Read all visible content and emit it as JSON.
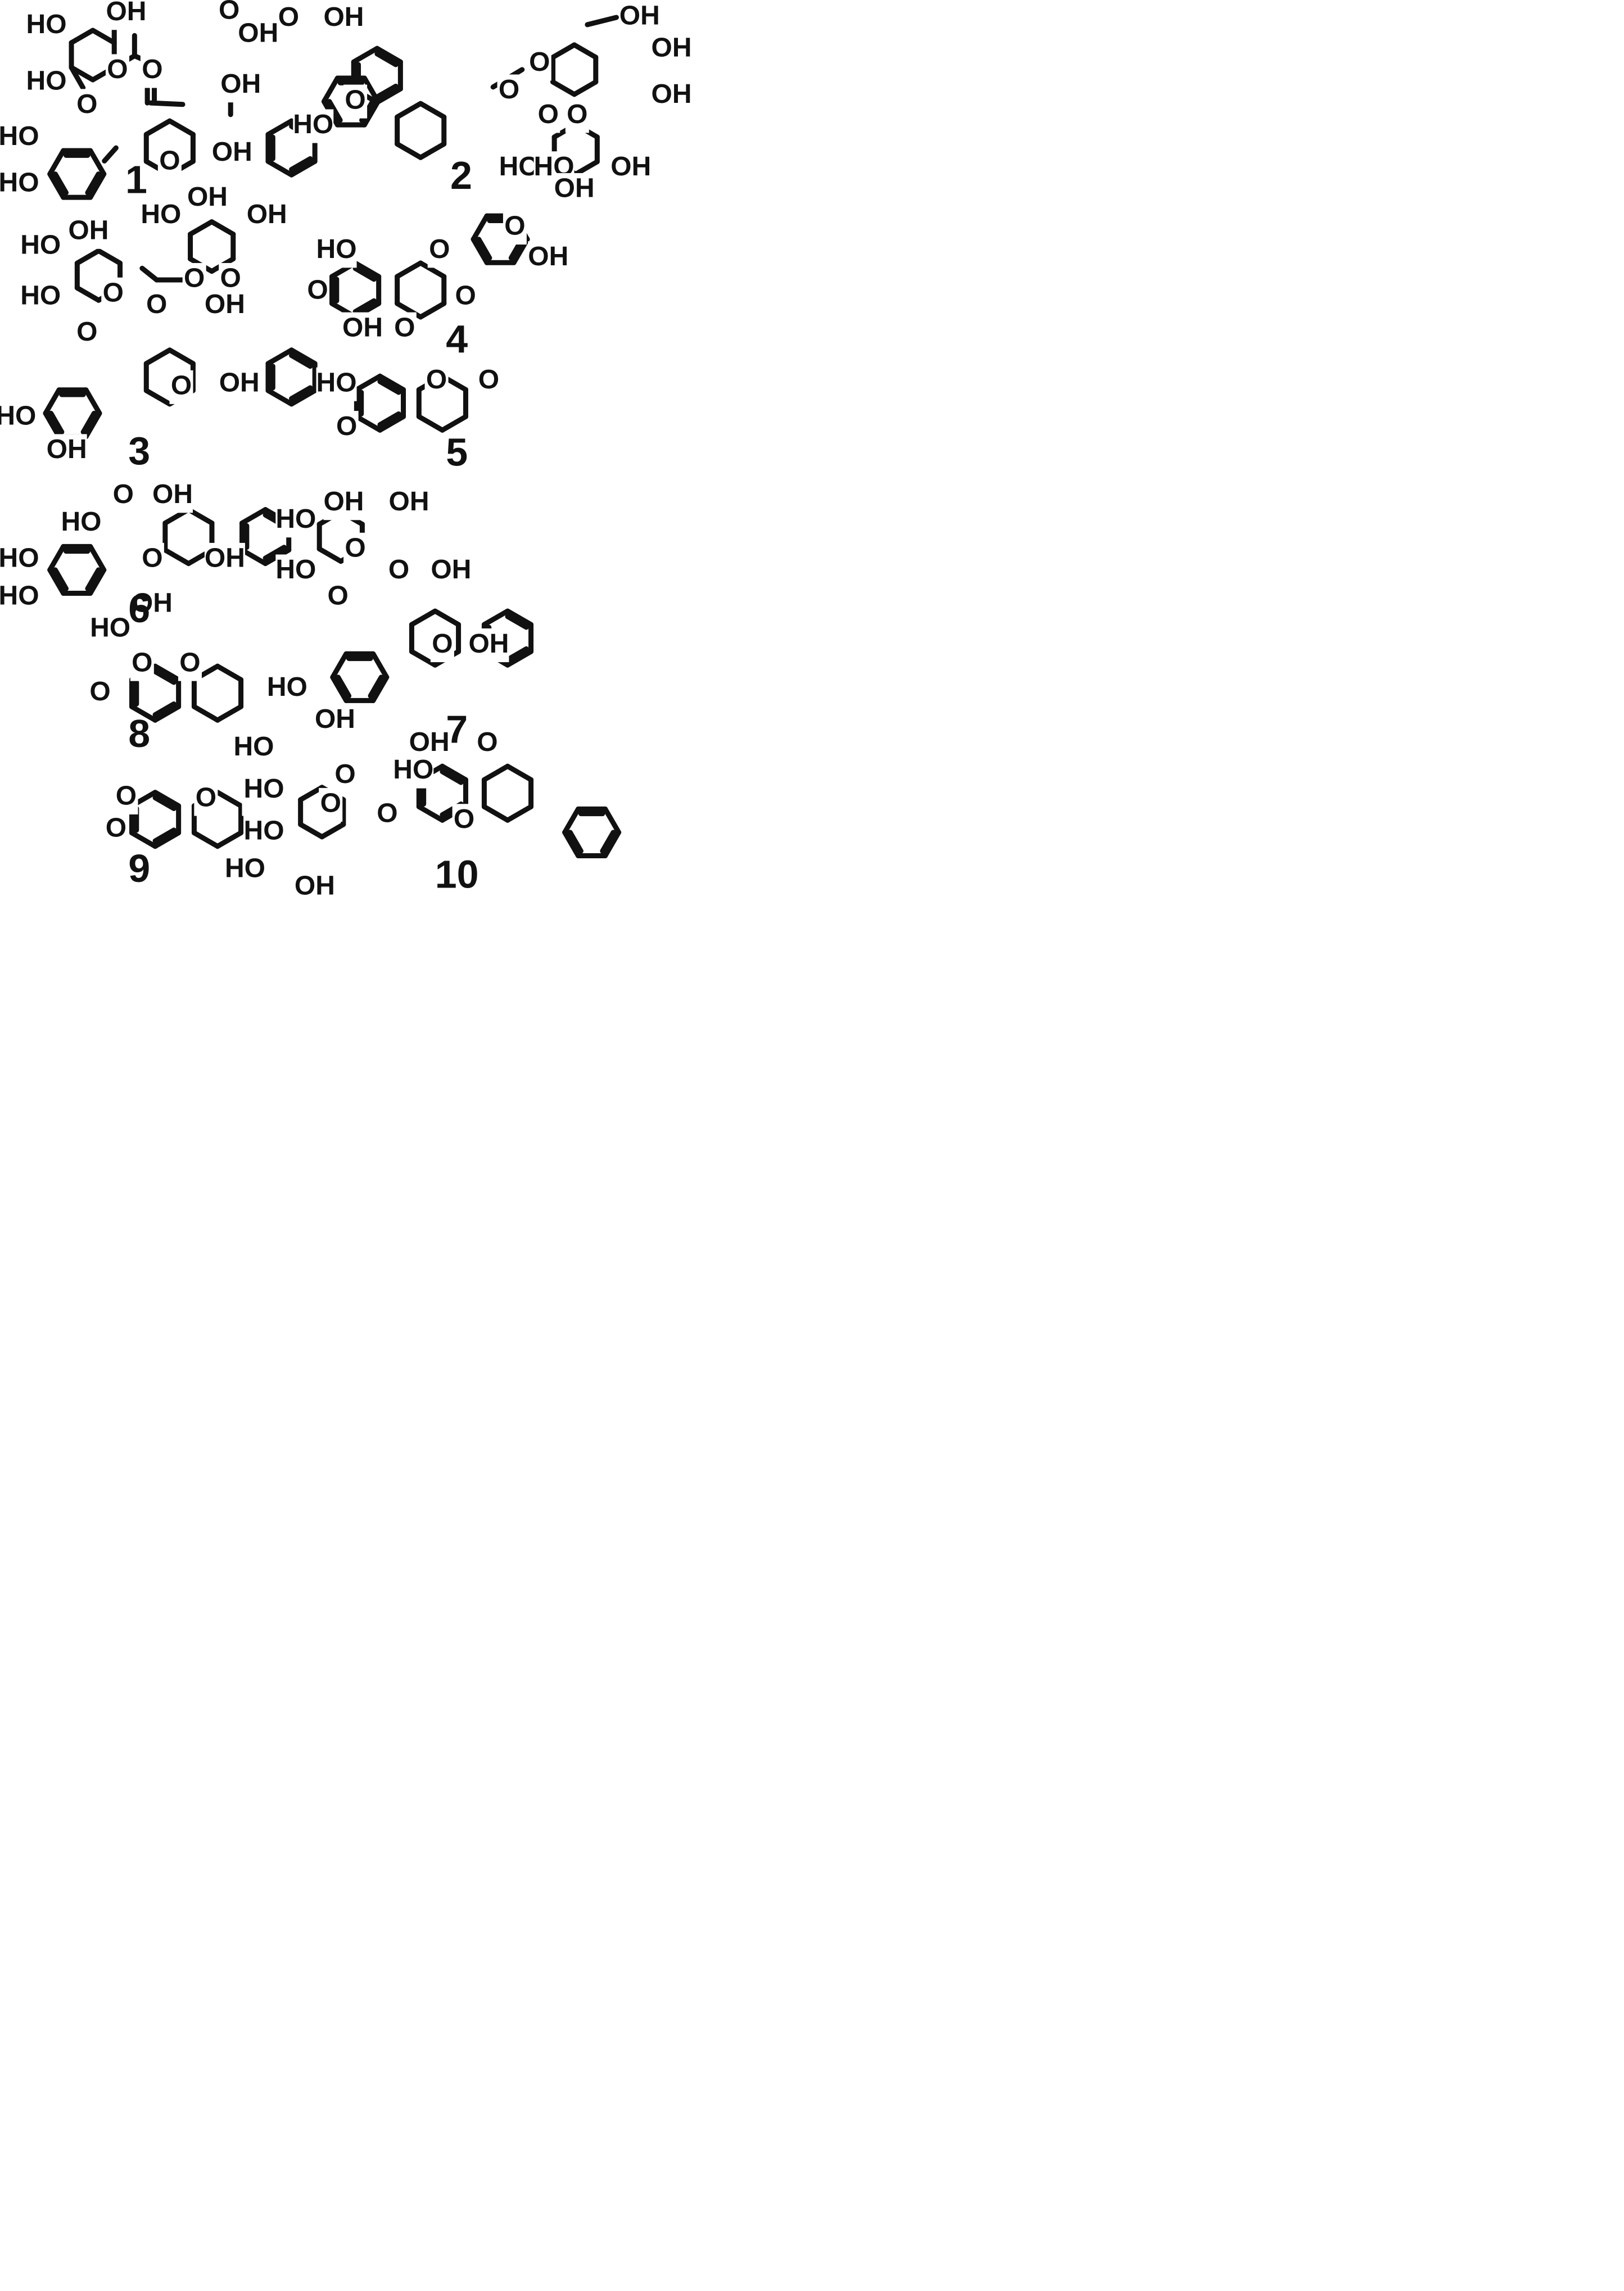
{
  "compounds": [
    {
      "label": "1",
      "atoms": [
        "OH",
        "HO",
        "HO",
        "O",
        "O",
        "OH",
        "O",
        "O",
        "OH",
        "HO",
        "HO",
        "O",
        "OH"
      ]
    },
    {
      "label": "2",
      "atoms": [
        "O",
        "OH",
        "OH",
        "OH",
        "OH",
        "O",
        "O",
        "O",
        "HO",
        "O",
        "O",
        "HO",
        "OH",
        "HO",
        "OH"
      ]
    },
    {
      "label": "3",
      "atoms": [
        "OH",
        "HO",
        "OH",
        "OH",
        "HO",
        "O",
        "O",
        "HO",
        "O",
        "O",
        "OH",
        "O",
        "OH",
        "O",
        "HO",
        "OH"
      ]
    },
    {
      "label": "4",
      "atoms": [
        "O",
        "O",
        "HO",
        "OH",
        "O",
        "O",
        "OH",
        "O"
      ]
    },
    {
      "label": "5",
      "atoms": [
        "HO",
        "O",
        "O",
        "O"
      ]
    },
    {
      "label": "6",
      "atoms": [
        "O",
        "OH",
        "HO",
        "HO",
        "O",
        "OH",
        "HO"
      ]
    },
    {
      "label": "7",
      "atoms": [
        "OH",
        "OH",
        "HO",
        "O",
        "HO",
        "O",
        "OH",
        "O",
        "O",
        "OH",
        "HO",
        "OH"
      ]
    },
    {
      "label": "8",
      "atoms": [
        "OH",
        "HO",
        "O",
        "O",
        "O"
      ]
    },
    {
      "label": "9",
      "atoms": [
        "O",
        "O",
        "O",
        "O"
      ]
    },
    {
      "label": "10",
      "atoms": [
        "OH",
        "HO",
        "O",
        "HO",
        "O",
        "HO",
        "O",
        "HO",
        "O",
        "O",
        "HO",
        "OH"
      ]
    }
  ]
}
